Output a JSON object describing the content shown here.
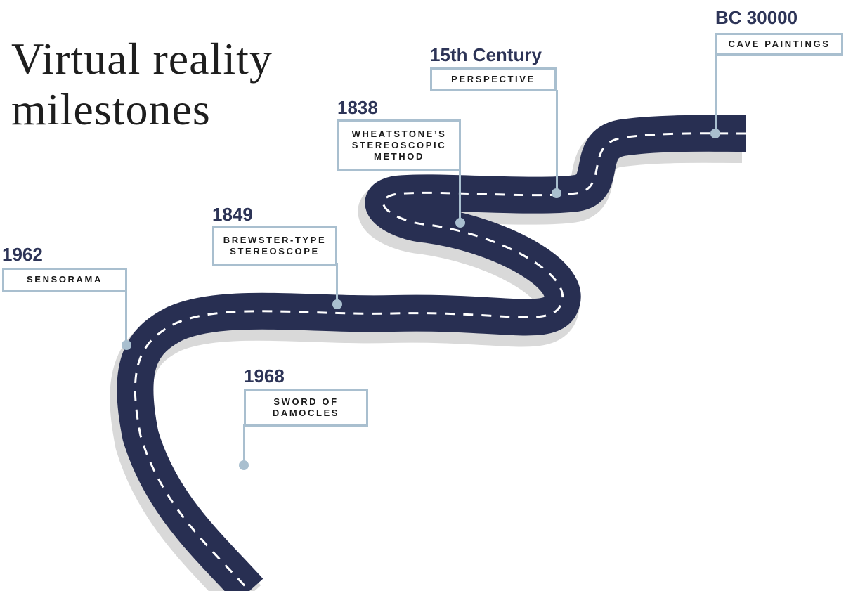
{
  "title": {
    "line1": "Virtual reality",
    "line2": "milestones"
  },
  "colors": {
    "road": "#282f52",
    "road_edge": "#d9d9d9",
    "dash": "#ffffff",
    "accent": "#2d3457",
    "connector": "#a9bfcf",
    "pin": "#a9bfcf"
  },
  "milestones": [
    {
      "year": "BC 30000",
      "event": "CAVE PAINTINGS"
    },
    {
      "year": "15th Century",
      "event": "PERSPECTIVE"
    },
    {
      "year": "1838",
      "event": "WHEATSTONE’S\nSTEREOSCOPIC\nMETHOD"
    },
    {
      "year": "1849",
      "event": "BREWSTER-TYPE\nSTEREOSCOPE"
    },
    {
      "year": "1962",
      "event": "SENSORAMA"
    },
    {
      "year": "1968",
      "event": "SWORD OF\nDAMOCLES"
    }
  ]
}
